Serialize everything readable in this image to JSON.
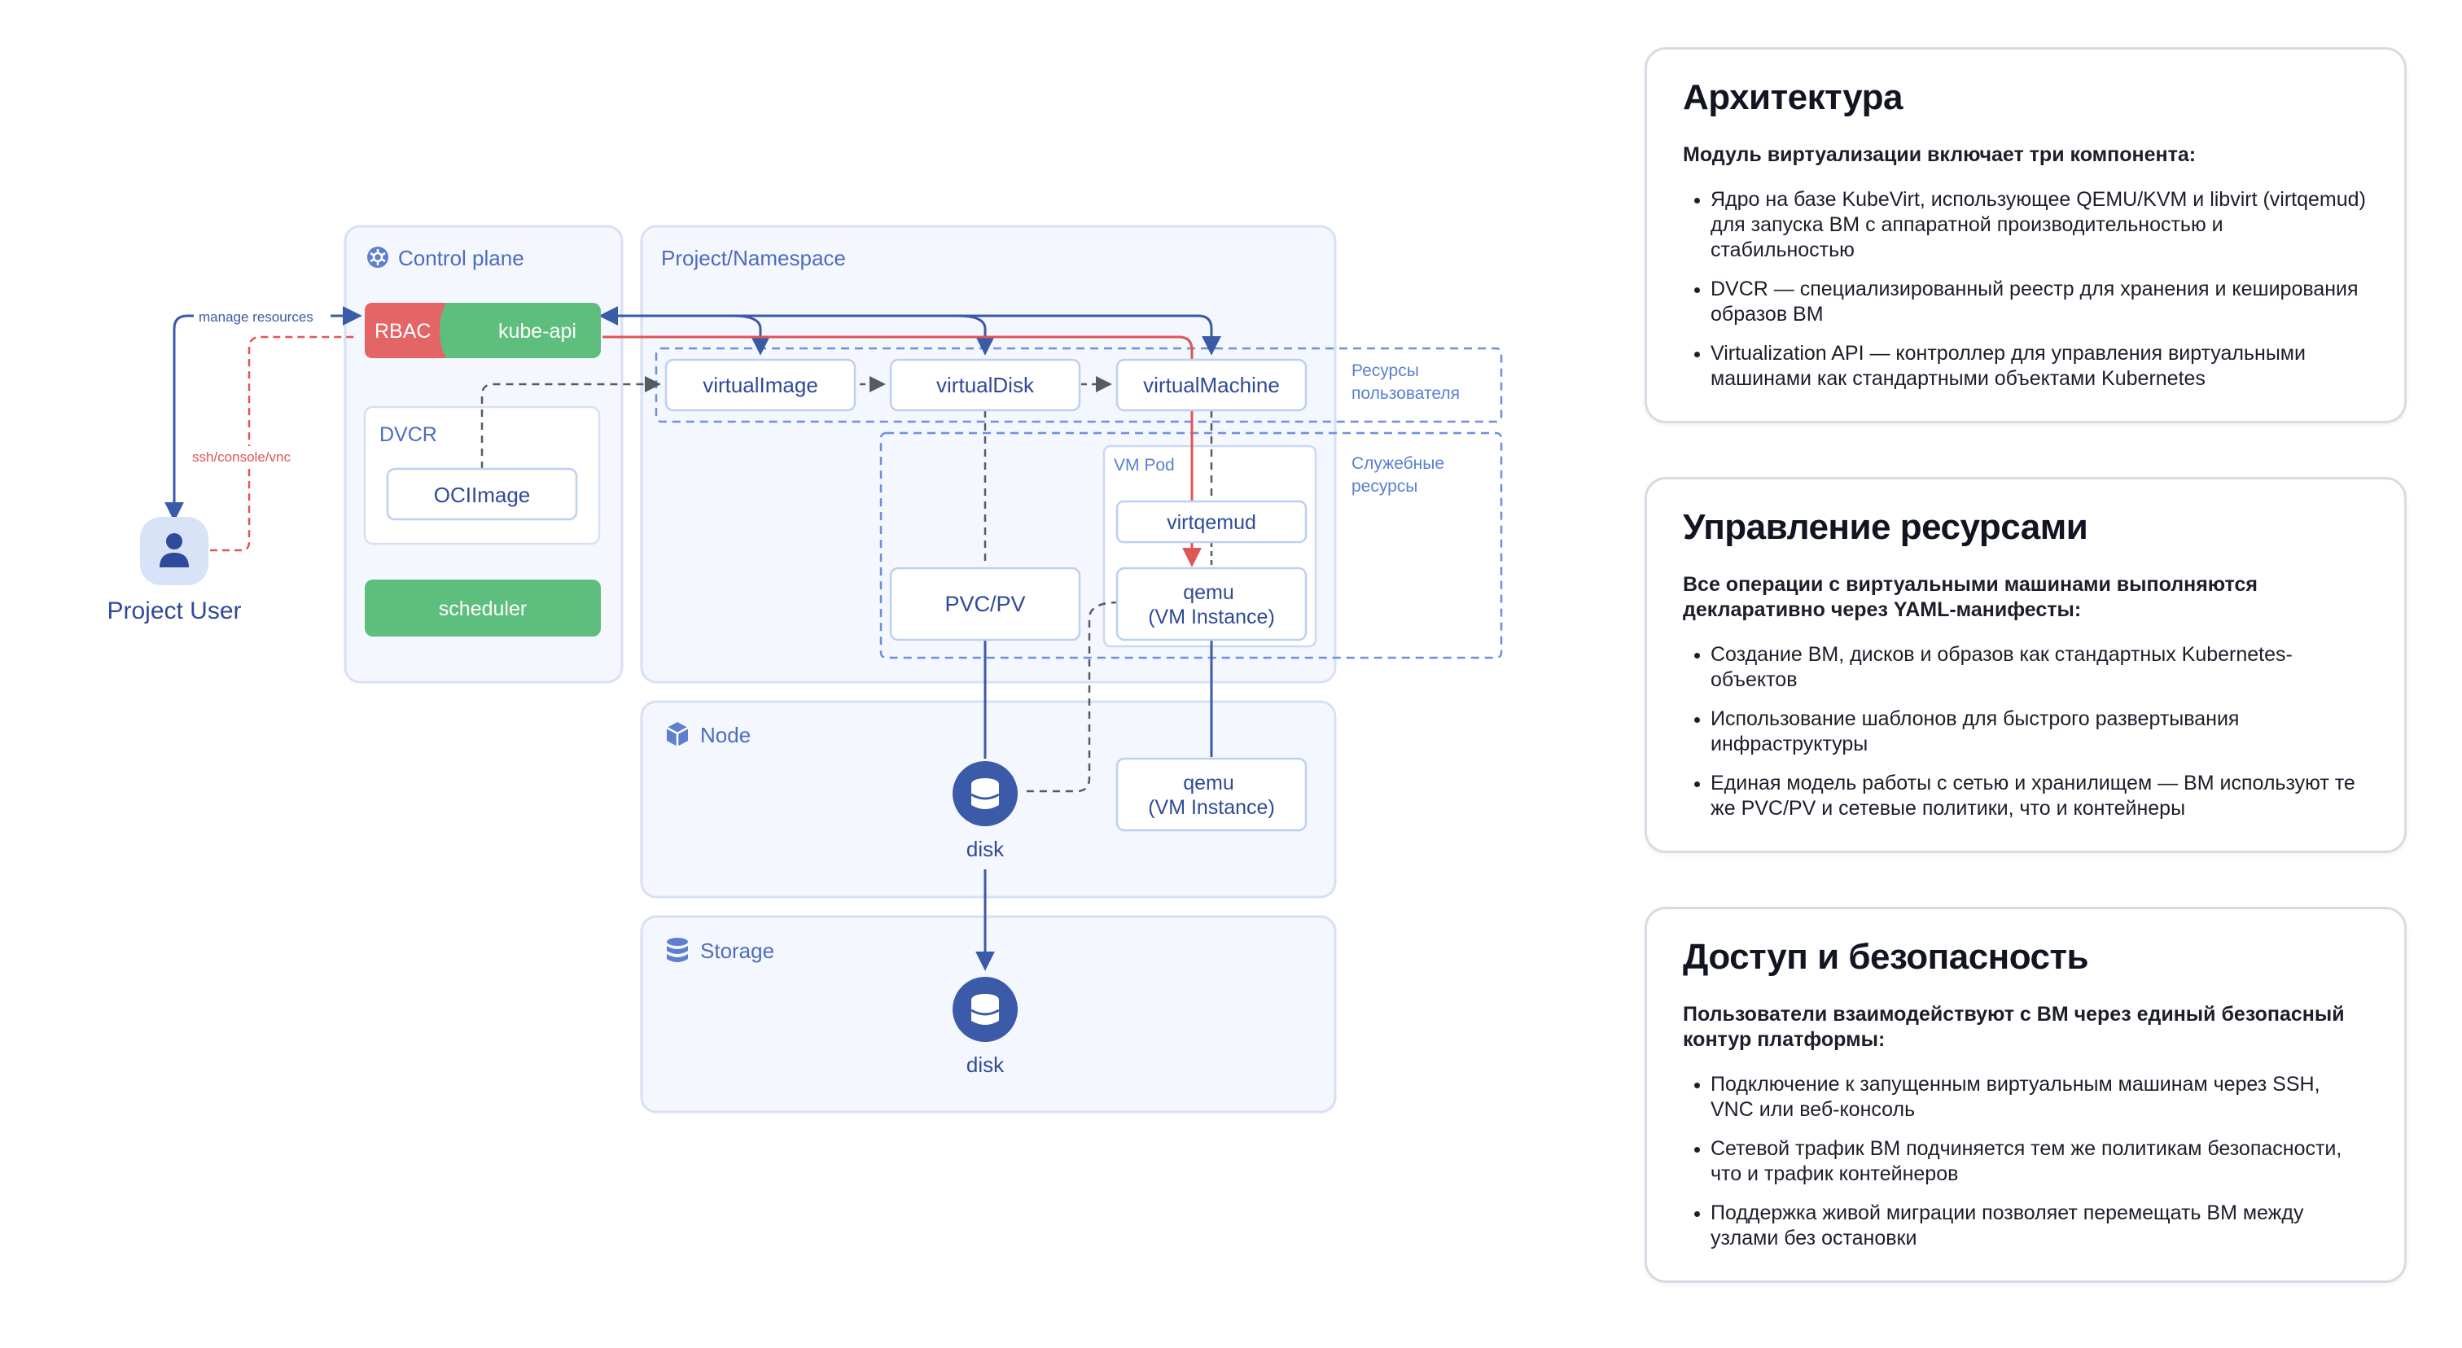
{
  "diagram": {
    "control_plane": {
      "title": "Control plane",
      "rbac": "RBAC",
      "kube_api": "kube-api",
      "dvcr": "DVCR",
      "ociimage": "OCIImage",
      "scheduler": "scheduler"
    },
    "namespace": {
      "title": "Project/Namespace",
      "virtual_image": "virtualImage",
      "virtual_disk": "virtualDisk",
      "virtual_machine": "virtualMachine",
      "user_resources": [
        "Ресурсы",
        "пользователя"
      ],
      "service_resources": [
        "Служебные",
        "ресурсы"
      ],
      "vm_pod": "VM Pod",
      "virtqemud": "virtqemud",
      "pvc": "PVC/PV",
      "qemu": [
        "qemu",
        "(VM Instance)"
      ]
    },
    "node": {
      "title": "Node",
      "disk": "disk",
      "qemu": [
        "qemu",
        "(VM Instance)"
      ]
    },
    "storage": {
      "title": "Storage",
      "disk": "disk"
    },
    "user": {
      "label": "Project User",
      "manage_label": "manage resources",
      "ssh_label": "ssh/console/vnc"
    },
    "icons": [
      "kubernetes-icon",
      "cube-icon",
      "database-icon",
      "user-icon"
    ]
  },
  "colors": {
    "blue": "#3b5aa8",
    "green": "#5dbe7d",
    "red": "#e46565",
    "panel_bg": "#f4f7fd",
    "panel_border": "#d6e1f3",
    "dashed_blue": "#6c90dd"
  },
  "cards": [
    {
      "title": "Архитектура",
      "lead": "Модуль виртуализации включает три компонента:",
      "items": [
        "Ядро на базе KubeVirt, использующее QEMU/KVM и libvirt (virtqemud) для запуска ВМ с аппаратной производительностью и стабильностью",
        "DVCR — специализированный реестр для хранения и кеширования образов ВМ",
        "Virtualization API — контроллер для управления виртуальными машинами как стандартными объектами Kubernetes"
      ]
    },
    {
      "title": "Управление ресурсами",
      "lead": "Все операции с виртуальными машинами выполняются декларативно через YAML-манифесты:",
      "items": [
        "Создание ВМ, дисков и образов как стандартных Kubernetes-объектов",
        "Использование шаблонов для быстрого развертывания инфраструктуры",
        "Единая модель работы с сетью и хранилищем — ВМ используют те же PVC/PV и сетевые политики, что и контейнеры"
      ]
    },
    {
      "title": "Доступ и безопасность",
      "lead": "Пользователи взаимодействуют с ВМ через единый безопасный контур платформы:",
      "items": [
        "Подключение к запущенным виртуальным машинам через SSH, VNC или веб-консоль",
        "Сетевой трафик ВМ подчиняется тем же политикам безопасности, что и трафик контейнеров",
        "Поддержка живой миграции позволяет перемещать ВМ между узлами без остановки"
      ]
    }
  ]
}
